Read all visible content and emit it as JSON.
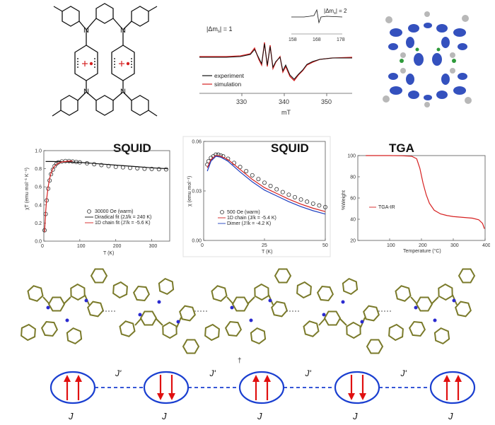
{
  "headings": {
    "squid_left": "SQUID",
    "squid_mid": "SQUID",
    "tga": "TGA"
  },
  "epr": {
    "inset_label": "|Δm",
    "inset_label_sub": "s",
    "inset_label_end": "| = 2",
    "main_label": "|Δm",
    "main_label_sub": "s",
    "main_label_end": "| = 1",
    "legend": [
      "experiment",
      "simulation"
    ],
    "xlabel": "mT",
    "ticks": [
      "330",
      "340",
      "350"
    ],
    "inset_ticks": [
      "158",
      "168",
      "178"
    ],
    "colors": {
      "experiment": "#111111",
      "simulation": "#d62020"
    }
  },
  "chain": {
    "j_labels": [
      "J",
      "J",
      "J",
      "J",
      "J"
    ],
    "jprime_labels": [
      "J'",
      "J'",
      "J'",
      "J'"
    ],
    "colors": {
      "ellipse": "#1a3fd0",
      "arrow": "#e01010",
      "bond": "#7a7a2a",
      "nitrogen": "#2a2ad0"
    }
  },
  "chart_data": [
    {
      "type": "scatter",
      "xlabel": "T (K)",
      "ylabel": "χT (emu mol⁻¹ K⁻¹)",
      "xlim": [
        0,
        350
      ],
      "ylim": [
        0,
        1.0
      ],
      "xticks": [
        "0",
        "100",
        "200",
        "300"
      ],
      "yticks": [
        "0.0",
        "0.2",
        "0.4",
        "0.6",
        "0.8",
        "1.0"
      ],
      "legend": [
        "30000 Oe (warm)",
        "Diradical fit (2J/k = 240 K)",
        "1D chain fit (J'/k = -5.6 K)"
      ],
      "series": [
        {
          "name": "30000 Oe (warm)",
          "x": [
            2,
            5,
            8,
            12,
            16,
            20,
            25,
            30,
            35,
            40,
            50,
            60,
            70,
            80,
            90,
            100,
            120,
            140,
            160,
            180,
            200,
            220,
            240,
            260,
            280,
            300,
            320,
            340
          ],
          "y": [
            0.12,
            0.3,
            0.45,
            0.58,
            0.67,
            0.74,
            0.79,
            0.83,
            0.855,
            0.87,
            0.88,
            0.885,
            0.885,
            0.88,
            0.875,
            0.87,
            0.86,
            0.85,
            0.84,
            0.83,
            0.82,
            0.815,
            0.81,
            0.805,
            0.8,
            0.798,
            0.795,
            0.793
          ],
          "color": "#333333"
        },
        {
          "name": "Diradical fit (2J/k = 240 K)",
          "x": [
            5,
            20,
            50,
            100,
            150,
            200,
            250,
            300,
            345
          ],
          "y": [
            0.88,
            0.88,
            0.878,
            0.87,
            0.855,
            0.84,
            0.825,
            0.81,
            0.8
          ],
          "color": "#111111"
        },
        {
          "name": "1D chain fit (J'/k = -5.6 K)",
          "x": [
            2,
            5,
            8,
            12,
            16,
            20,
            25,
            30,
            40,
            50,
            60,
            70,
            80
          ],
          "y": [
            0.1,
            0.32,
            0.47,
            0.6,
            0.69,
            0.75,
            0.8,
            0.83,
            0.86,
            0.875,
            0.88,
            0.885,
            0.885
          ],
          "color": "#d62020"
        }
      ]
    },
    {
      "type": "scatter",
      "xlabel": "T (K)",
      "ylabel": "χ (emu mol⁻¹)",
      "xlim": [
        0,
        50
      ],
      "ylim": [
        0,
        0.06
      ],
      "xticks": [
        "0",
        "25",
        "50"
      ],
      "yticks": [
        "0.00",
        "0.03",
        "0.06"
      ],
      "legend": [
        "500 Oe (warm)",
        "1D chain (J/k = -5.4 K)",
        "Dimer (J'/k = -4.2 K)"
      ],
      "series": [
        {
          "name": "500 Oe (warm)",
          "x": [
            1.5,
            2,
            3,
            4,
            5,
            6,
            7,
            8,
            10,
            12.5,
            15,
            17.5,
            20,
            22.5,
            25,
            27.5,
            30,
            32.5,
            35,
            37.5,
            40,
            42.5,
            45,
            47.5,
            50
          ],
          "y": [
            0.046,
            0.048,
            0.05,
            0.051,
            0.052,
            0.052,
            0.0515,
            0.051,
            0.0495,
            0.047,
            0.0445,
            0.042,
            0.0395,
            0.0372,
            0.035,
            0.033,
            0.031,
            0.0293,
            0.0277,
            0.0262,
            0.0248,
            0.0235,
            0.0223,
            0.0212,
            0.0202
          ],
          "color": "#333333"
        },
        {
          "name": "1D chain (J/k = -5.4 K)",
          "x": [
            1.5,
            3,
            5,
            7,
            10,
            15,
            20,
            25,
            30,
            35,
            40,
            45,
            50
          ],
          "y": [
            0.044,
            0.049,
            0.0515,
            0.051,
            0.049,
            0.043,
            0.037,
            0.032,
            0.0285,
            0.025,
            0.022,
            0.0195,
            0.0175
          ],
          "color": "#d62020"
        },
        {
          "name": "Dimer (J'/k = -4.2 K)",
          "x": [
            1.5,
            3,
            5,
            7,
            10,
            15,
            20,
            25,
            30,
            35,
            40,
            45,
            50
          ],
          "y": [
            0.042,
            0.048,
            0.051,
            0.0505,
            0.048,
            0.0415,
            0.0355,
            0.0305,
            0.027,
            0.0235,
            0.0205,
            0.018,
            0.016
          ],
          "color": "#2040c0"
        }
      ]
    },
    {
      "type": "line",
      "xlabel": "Temperature (°C)",
      "ylabel": "%Weight",
      "xlim": [
        0,
        400
      ],
      "ylim": [
        20,
        100
      ],
      "xticks": [
        "100",
        "200",
        "300",
        "400"
      ],
      "yticks": [
        "20",
        "40",
        "60",
        "80",
        "100"
      ],
      "legend": [
        "TGA-IR"
      ],
      "series": [
        {
          "name": "TGA-IR",
          "x": [
            25,
            60,
            100,
            140,
            170,
            185,
            195,
            205,
            215,
            225,
            240,
            260,
            280,
            300,
            320,
            340,
            360,
            380,
            392,
            398
          ],
          "y": [
            100,
            100,
            100,
            99.8,
            99.3,
            97,
            88,
            74,
            63,
            55,
            48.5,
            45,
            43.5,
            42.5,
            42,
            41.5,
            41,
            39.5,
            36,
            31
          ],
          "color": "#d62020"
        }
      ]
    }
  ]
}
